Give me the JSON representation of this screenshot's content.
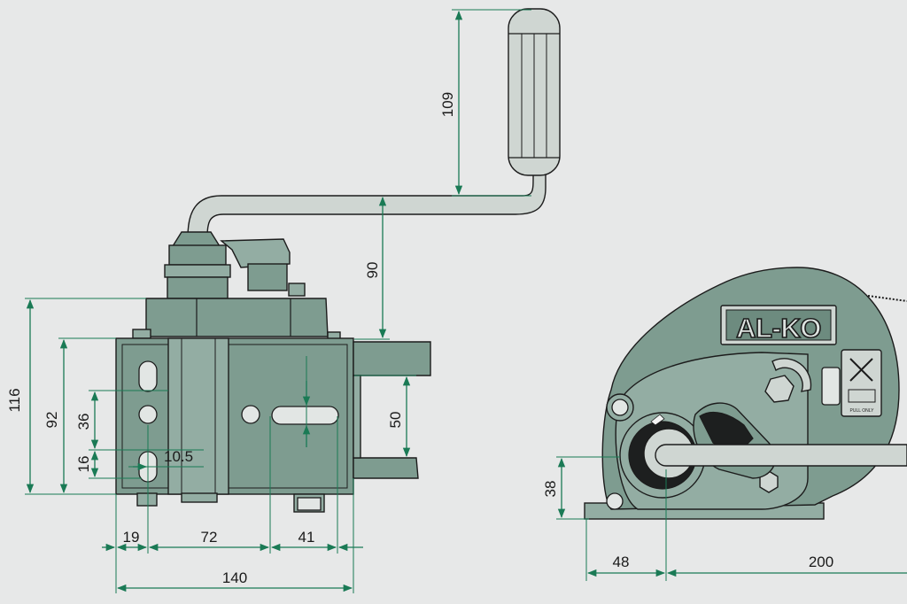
{
  "diagram": {
    "logo_text": "AL-KO",
    "plate_text": "PULL ONLY",
    "dimensions": {
      "handle_height": "109",
      "handle_offset": "90",
      "total_height": "116",
      "base_to_plate": "92",
      "hole_spacing": "36",
      "hole_bottom": "16",
      "hole_offset": "10.5",
      "bracket_gap": "50",
      "width_19": "19",
      "width_72": "72",
      "width_41": "41",
      "total_width": "140",
      "drum_height": "38",
      "base_48": "48",
      "length_200": "200"
    },
    "colors": {
      "background": "#e7e8e8",
      "body": "#7e9c90",
      "dimension_line": "#1a7a55"
    }
  }
}
